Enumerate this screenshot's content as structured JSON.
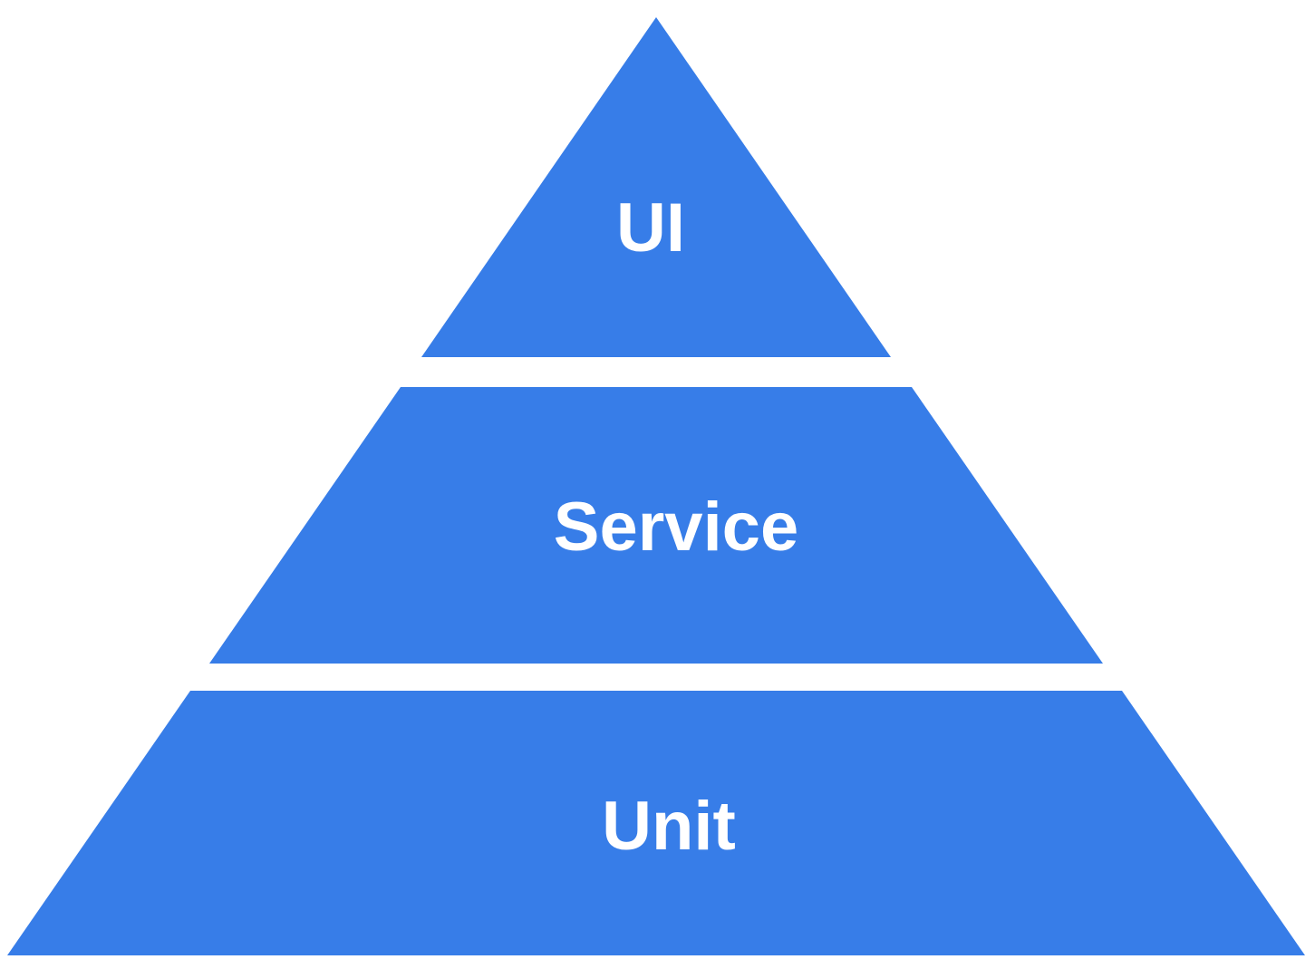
{
  "colors": {
    "tier_fill": "#377DE8",
    "label_text": "#FFFFFF",
    "background": "#FFFFFF"
  },
  "pyramid": {
    "levels": [
      {
        "label": "UI"
      },
      {
        "label": "Service"
      },
      {
        "label": "Unit"
      }
    ]
  }
}
